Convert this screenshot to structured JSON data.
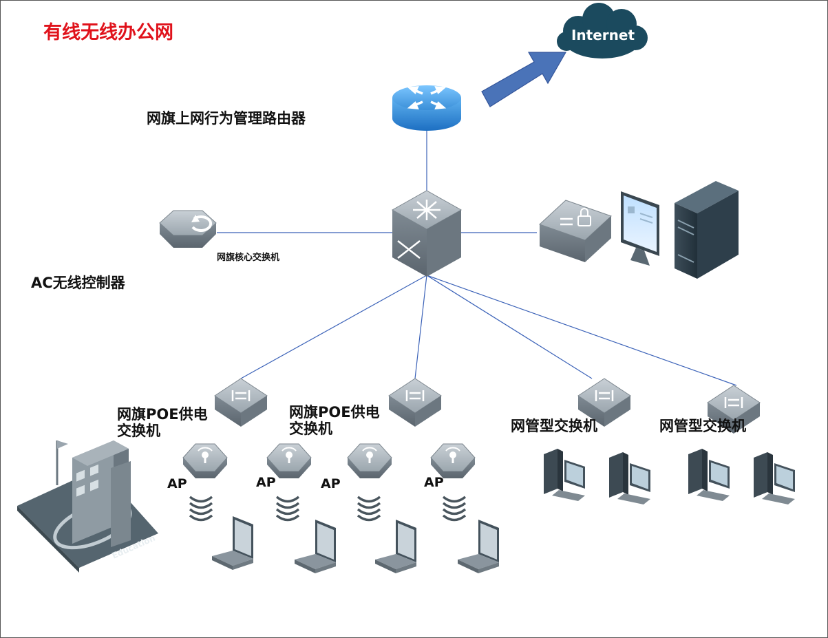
{
  "title": "有线无线办公网",
  "internet_label": "Internet",
  "router_label": "网旗上网行为管理路由器",
  "core_switch_label": "网旗核心交换机",
  "ac_label": "AC无线控制器",
  "poe_switches": [
    {
      "line1": "网旗POE供电",
      "line2": "交换机"
    },
    {
      "line1": "网旗POE供电",
      "line2": "交换机"
    }
  ],
  "managed_switches": [
    {
      "label": "网管型交换机"
    },
    {
      "label": "网管型交换机"
    }
  ],
  "ap_label": "AP",
  "school_label": "Education",
  "colors": {
    "title": "#e0121b",
    "link_line": "#3b62b8",
    "cloud": "#1b4a5e",
    "router_blue": "#2f86d6",
    "arrow": "#4a73b8",
    "device_grey": "#9aa5ae"
  },
  "icons": {
    "router": "router-icon",
    "core_switch": "core-switch-icon",
    "ac": "wireless-controller-icon",
    "firewall": "firewall-icon",
    "monitor": "monitor-icon",
    "server": "server-tower-icon",
    "switch": "switch-icon",
    "ap": "access-point-icon",
    "wifi": "wifi-signal-icon",
    "laptop": "laptop-icon",
    "pc": "desktop-pc-icon",
    "school": "school-building-icon",
    "cloud": "cloud-icon"
  }
}
